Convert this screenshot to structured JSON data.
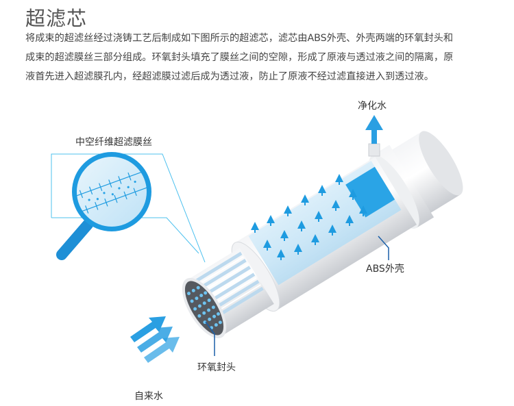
{
  "title": "超滤芯",
  "description": [
    "将成束的超滤丝经过浇铸工艺后制成如下图所示的超滤芯，滤芯由ABS外壳、外壳两端的环氧封头和",
    "成束的超滤膜丝三部分组成。环氧封头填充了膜丝之间的空隙，形成了原液与透过液之间的隔离，原",
    "液首先进入超滤膜孔内，经超滤膜过滤后成为透过液，防止了原液不经过滤直接进入到透过液。"
  ],
  "labels": {
    "fiber": "中空纤维超滤膜丝",
    "outlet": "净化水",
    "shell": "ABS外壳",
    "epoxy": "环氧封头",
    "inlet": "自来水"
  },
  "colors": {
    "accent": "#1e9be0",
    "lead_line": "#1a5fa8",
    "callout_line": "#4cc0ee"
  }
}
